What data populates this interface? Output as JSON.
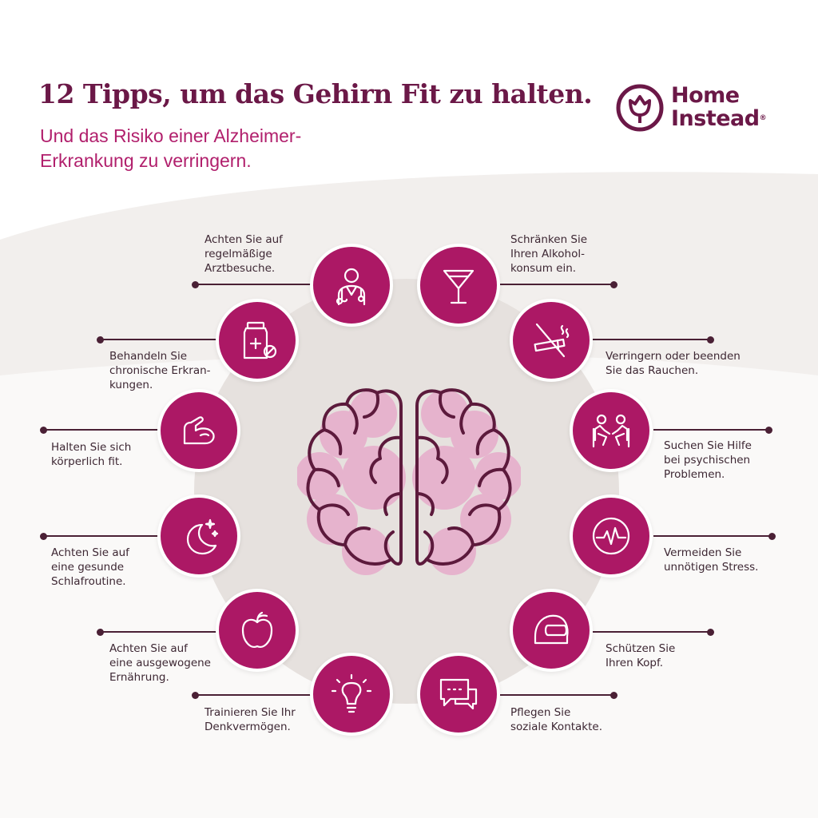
{
  "header": {
    "title": "12 Tipps, um das Gehirn Fit zu halten.",
    "subtitle": "Und das Risiko einer Alzheimer-Erkrankung zu verringern."
  },
  "logo": {
    "line1": "Home",
    "line2": "Instead",
    "registered": "®"
  },
  "colors": {
    "magenta": "#ac1865",
    "plum": "#6b1847",
    "subtitle_pink": "#b11f6c",
    "brain_fill": "#e6b3cd",
    "circle_bg": "#e9e4e1"
  },
  "tips": [
    {
      "icon": "doctor-icon",
      "lines": [
        "Achten Sie auf",
        "regelmäßige",
        "Arztbesuche."
      ]
    },
    {
      "icon": "cocktail-glass-icon",
      "lines": [
        "Schränken Sie",
        "Ihren Alkohol-",
        "konsum ein."
      ]
    },
    {
      "icon": "no-smoking-icon",
      "lines": [
        "Verringern oder beenden",
        "Sie das Rauchen."
      ]
    },
    {
      "icon": "therapy-session-icon",
      "lines": [
        "Suchen Sie Hilfe",
        "bei psychischen",
        "Problemen."
      ]
    },
    {
      "icon": "heartbeat-icon",
      "lines": [
        "Vermeiden Sie",
        "unnötigen Stress."
      ]
    },
    {
      "icon": "helmet-icon",
      "lines": [
        "Schützen Sie",
        "Ihren Kopf."
      ]
    },
    {
      "icon": "chat-bubbles-icon",
      "lines": [
        "Pflegen Sie",
        "soziale Kontakte."
      ]
    },
    {
      "icon": "lightbulb-icon",
      "lines": [
        "Trainieren Sie Ihr",
        "Denkvermögen."
      ]
    },
    {
      "icon": "apple-icon",
      "lines": [
        "Achten Sie auf",
        "eine ausgewogene",
        "Ernährung."
      ]
    },
    {
      "icon": "moon-stars-icon",
      "lines": [
        "Achten Sie auf",
        "eine gesunde",
        "Schlafroutine."
      ]
    },
    {
      "icon": "flexed-arm-icon",
      "lines": [
        "Halten Sie sich",
        "körperlich fit."
      ]
    },
    {
      "icon": "medicine-jar-icon",
      "lines": [
        "Behandeln Sie",
        "chronische Erkran-",
        "kungen."
      ]
    }
  ]
}
